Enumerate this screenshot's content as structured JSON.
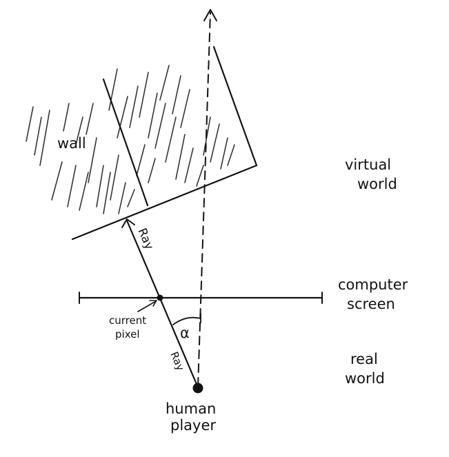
{
  "labels": {
    "wall": "wall",
    "virtual_world_line1": "virtual",
    "virtual_world_line2": "world",
    "computer_screen_line1": "computer",
    "computer_screen_line2": "screen",
    "real_world_line1": "real",
    "real_world_line2": "world",
    "ray_upper": "Ray",
    "ray_lower": "Ray",
    "current_pixel_line1": "current",
    "current_pixel_line2": "pixel",
    "angle": "α",
    "human_player_line1": "human",
    "human_player_line2": "player"
  },
  "colors": {
    "ink": "#111111",
    "paper": "#ffffff"
  }
}
